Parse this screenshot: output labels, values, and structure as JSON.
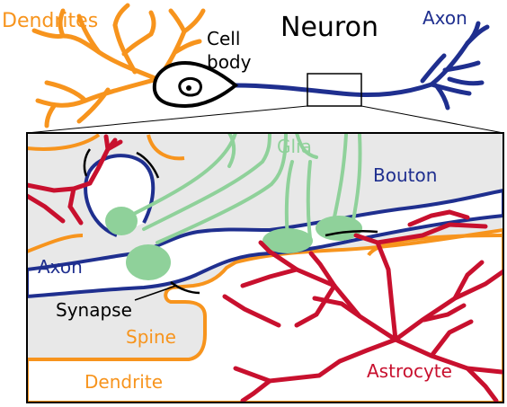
{
  "title": "Neuron",
  "labels": {
    "dendrites": "Dendrites",
    "cell_body_line1": "Cell",
    "cell_body_line2": "body",
    "axon_top": "Axon",
    "glia": "Glia",
    "bouton": "Bouton",
    "axon_inset": "Axon",
    "synapse": "Synapse",
    "spine": "Spine",
    "dendrite": "Dendrite",
    "astrocyte": "Astrocyte"
  },
  "colors": {
    "dendrite": "#f7941d",
    "axon": "#1f2f8f",
    "glia": "#8fd19a",
    "astrocyte": "#c8102e",
    "inset_bg": "#e8e8e8",
    "text": "#000000"
  }
}
